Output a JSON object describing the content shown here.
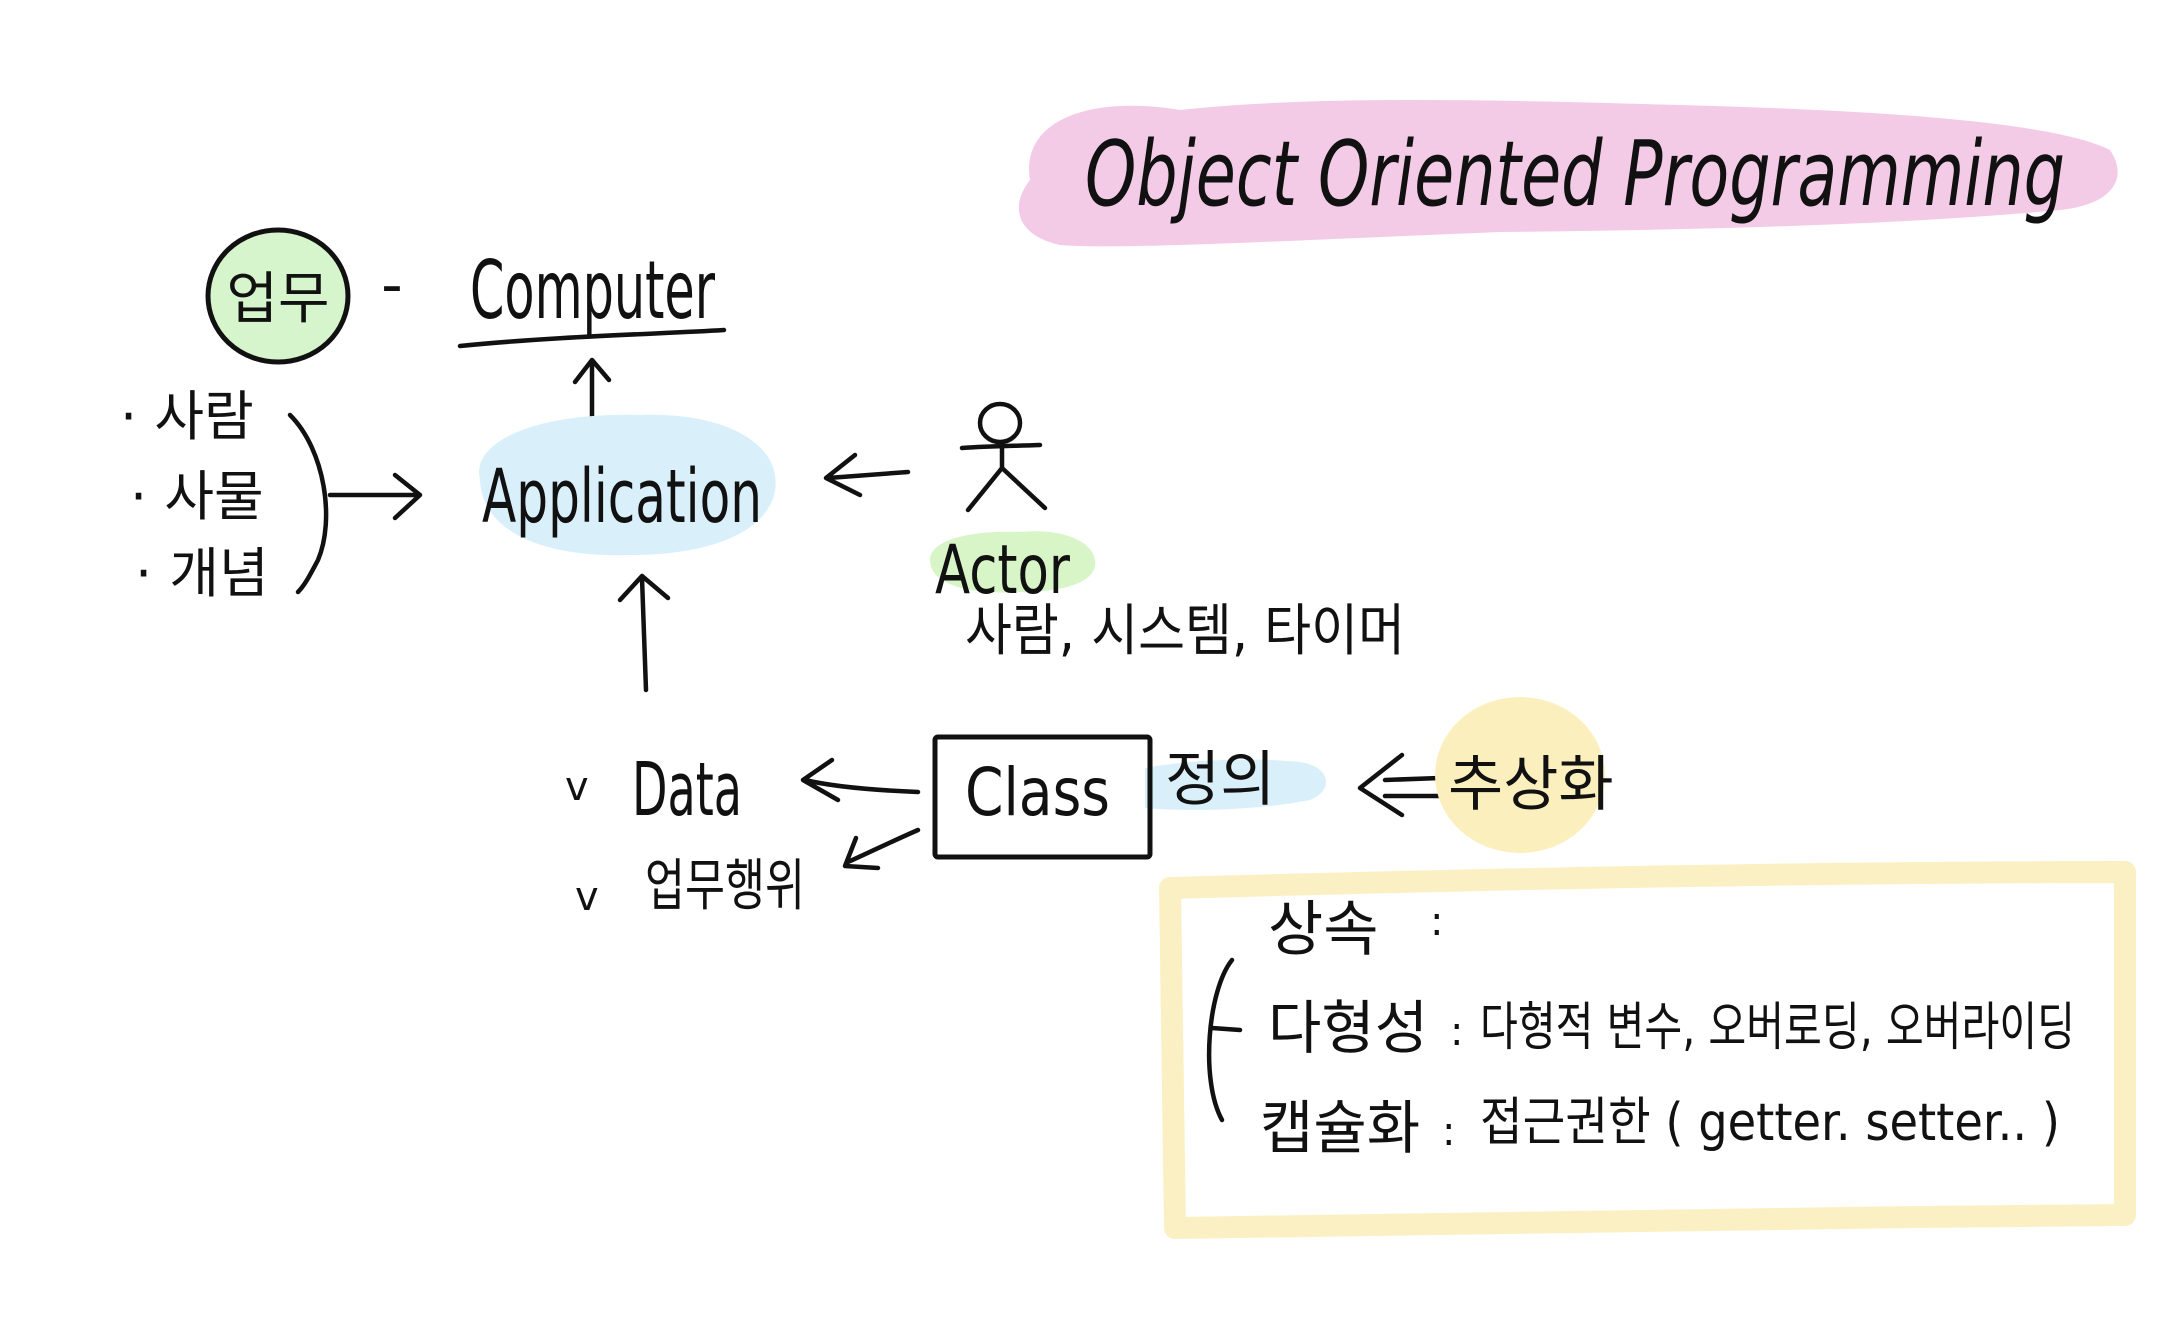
{
  "title": "Object Oriented Programming",
  "left_items": [
    "· 사람",
    "· 사물",
    "· 개념"
  ],
  "work_label": "업무",
  "dash": "-",
  "computer_label": "Computer",
  "application_label": "Application",
  "actor": {
    "label": "Actor",
    "examples": "사람, 시스템, 타이머"
  },
  "data_items": [
    {
      "check": "v",
      "label": "Data"
    },
    {
      "check": "v",
      "label": "업무행위"
    }
  ],
  "class_label": "Class",
  "definition_label": "정의",
  "abstraction_label": "추상화",
  "principles": [
    {
      "name": "상속",
      "sep": ":",
      "desc": ""
    },
    {
      "name": "다형성",
      "sep": ":",
      "desc": "다형적 변수, 오버로딩, 오버라이딩"
    },
    {
      "name": "캡슐화",
      "sep": ":",
      "desc": "접근권한 ( getter. setter.. )"
    }
  ],
  "colors": {
    "ink": "#111111",
    "title_highlight": "#f4cbe6",
    "work_circle": "#d6f5cc",
    "application_blob": "#d9f0fb",
    "actor_highlight": "#d8f5c8",
    "definition_highlight": "#d9f0fb",
    "abstraction_circle": "#fbefbe",
    "principles_box": "#fbf0c3"
  },
  "icons": [
    "stick-figure-icon",
    "arrow-icon",
    "double-arrow-icon",
    "brace-icon"
  ]
}
